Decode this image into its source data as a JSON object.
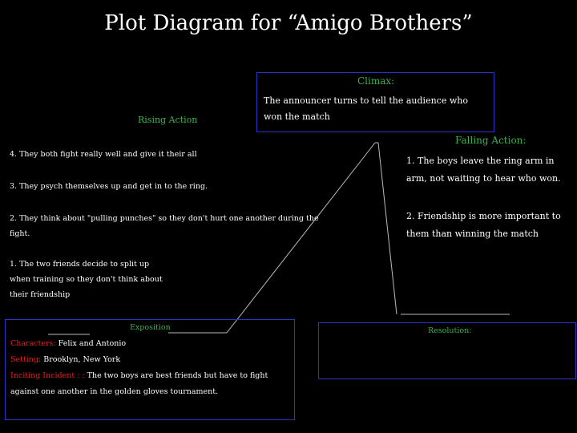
{
  "title": "Plot Diagram for “Amigo Brothers”",
  "climax": {
    "heading": "Climax:",
    "text": "The announcer turns to tell the audience who won the match"
  },
  "rising_action": {
    "heading": "Rising Action",
    "items": [
      "4.  They both fight really well and give it their all",
      "3. They psych themselves up and get in to the ring.",
      "2.  They think about \"pulling punches\" so they don't hurt one another during the fight.",
      "1.  The two friends decide to split up when training so they don't think about their friendship"
    ]
  },
  "falling_action": {
    "heading": "Falling Action:",
    "items": [
      "1. The boys leave the ring arm in arm, not waiting to hear who won.",
      "2.  Friendship is more important to them than winning the match"
    ]
  },
  "exposition": {
    "heading": "Exposition",
    "characters_label": "Characters:",
    "characters_value": "Felix and Antonio",
    "setting_label": "Setting:",
    "setting_value": "Brooklyn, New York",
    "inciting_label": "Inciting Incident : :",
    "inciting_value": "The two boys are best friends but have to fight against one another in the golden gloves tournament."
  },
  "resolution": {
    "heading": "Resolution:"
  },
  "colors": {
    "background": "#000000",
    "box_border": "#2a33c8",
    "heading_green": "#3cb34a",
    "label_red": "#e02020",
    "line": "#cccccc"
  }
}
